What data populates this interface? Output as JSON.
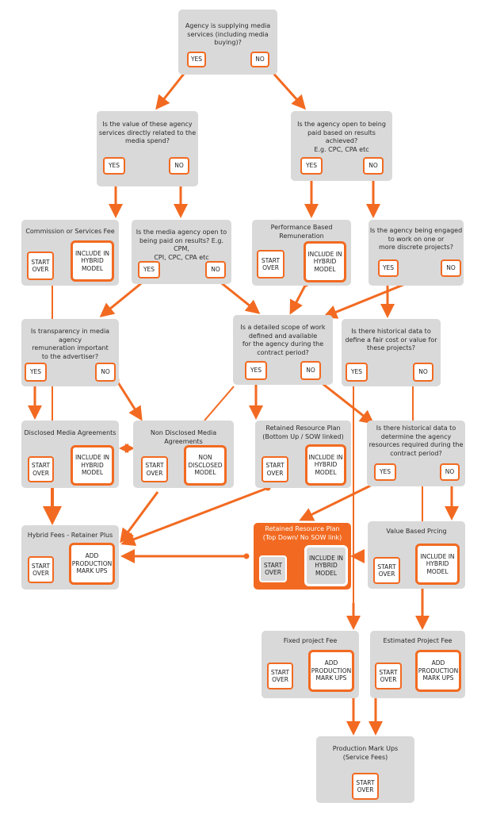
{
  "nodes": {
    "n1": {
      "title": "Agency is supplying media\nservices (including media buying)?",
      "yes": "YES",
      "no": "NO"
    },
    "n2": {
      "title": "Is the value of these agency\nservices directly related to the\nmedia spend?",
      "yes": "YES",
      "no": "NO"
    },
    "n3": {
      "title": "Is the agency open to being\npaid based on results achieved?\nE.g. CPC, CPA etc",
      "yes": "YES",
      "no": "NO"
    },
    "n4": {
      "title": "Commission or Services Fee",
      "start": "START\nOVER",
      "include": "INCLUDE IN\nHYBRID\nMODEL"
    },
    "n5": {
      "title": "Is the media agency open to\nbeing paid on results? E.g. CPM,\nCPI, CPC, CPA etc",
      "yes": "YES",
      "no": "NO"
    },
    "n6": {
      "title": "Performance Based\nRemuneration",
      "start": "START\nOVER",
      "include": "INCLUDE IN\nHYBRID\nMODEL"
    },
    "n7": {
      "title": "Is the agency being engaged\nto work on one or\nmore discrete projects?",
      "yes": "YES",
      "no": "NO"
    },
    "n8": {
      "title": "Is transparency in media agency\nremuneration important\nto the advertiser?",
      "yes": "YES",
      "no": "NO"
    },
    "n9": {
      "title": "Is a detailed scope of work\ndefined and available\nfor the agency during the\ncontract period?",
      "yes": "YES",
      "no": "NO"
    },
    "n10": {
      "title": "Is there historical data to\ndefine a fair cost or value for\nthese projects?",
      "yes": "YES",
      "no": "NO"
    },
    "n11": {
      "title": "Disclosed Media Agreements",
      "start": "START\nOVER",
      "include": "INCLUDE IN\nHYBRID\nMODEL"
    },
    "n12": {
      "title": "Non Disclosed Media Agreements",
      "start": "START\nOVER",
      "include": "NON\nDISCLOSED\nMODEL"
    },
    "n13": {
      "title": "Retained Resource Plan\n(Bottom Up / SOW linked)",
      "start": "START\nOVER",
      "include": "INCLUDE IN\nHYBRID\nMODEL"
    },
    "n14": {
      "title": "Is there historical data to\ndetermine the agency\nresources required during the\ncontract period?",
      "yes": "YES",
      "no": "NO"
    },
    "n15": {
      "title": "Hybrid Fees - Retainer Plus",
      "start": "START\nOVER",
      "include": "ADD\nPRODUCTION\nMARK UPS"
    },
    "n16": {
      "title": "Retained Resource Plan\n(Top Down/ No SOW link)",
      "start": "START\nOVER",
      "include": "INCLUDE IN\nHYBRID\nMODEL"
    },
    "n17": {
      "title": "Value Based Prcing",
      "start": "START\nOVER",
      "include": "INCLUDE IN\nHYBRID\nMODEL"
    },
    "n18": {
      "title": "Fixed project Fee",
      "start": "START\nOVER",
      "include": "ADD\nPRODUCTION\nMARK UPS"
    },
    "n19": {
      "title": "Estimated Project Fee",
      "start": "START\nOVER",
      "include": "ADD\nPRODUCTION\nMARK UPS"
    },
    "n20": {
      "title": "Production Mark Ups\n(Service Fees)",
      "start": "START\nOVER"
    }
  },
  "colors": {
    "accent": "#f26a21",
    "box": "#d9d9d9",
    "text": "#2b2b2b"
  }
}
